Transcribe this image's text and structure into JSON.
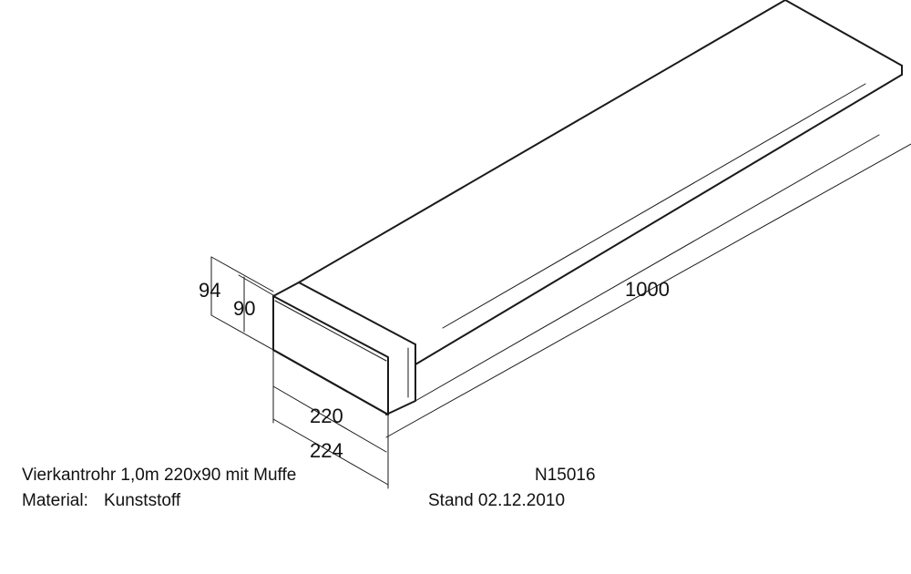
{
  "dimensions": {
    "outer_height": "94",
    "inner_height": "90",
    "inner_width": "220",
    "outer_width": "224",
    "length": "1000"
  },
  "caption": {
    "title": "Vierkantrohr 1,0m 220x90 mit Muffe",
    "material_label": "Material:",
    "material_value": "Kunststoff",
    "part_number": "N15016",
    "stand": "Stand 02.12.2010"
  }
}
